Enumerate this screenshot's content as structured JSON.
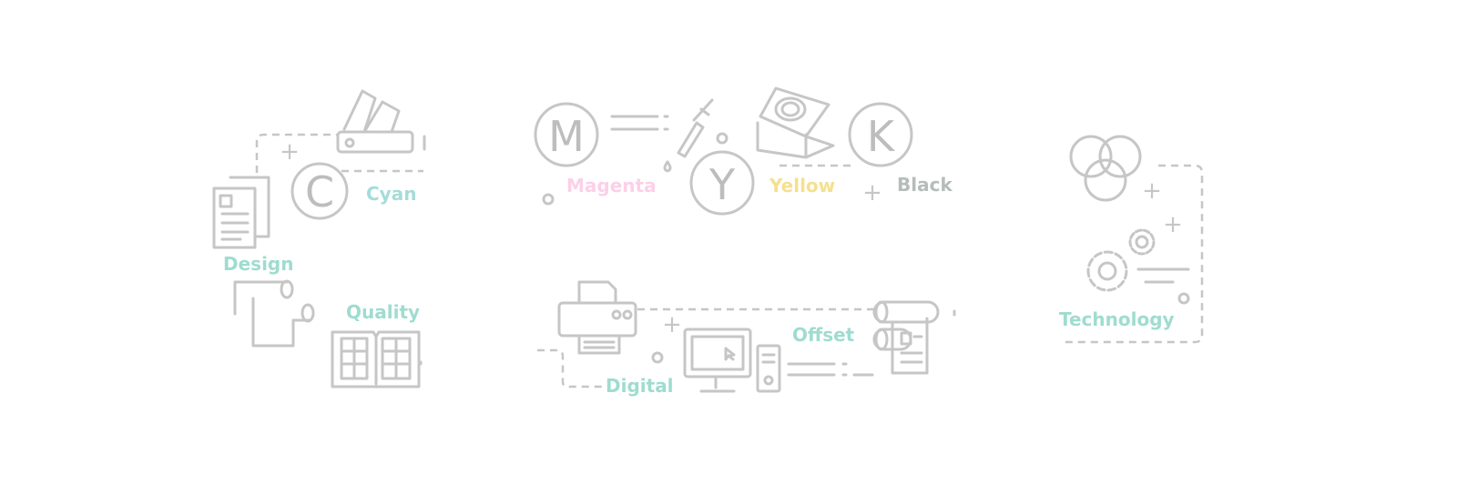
{
  "colors": {
    "line": "#c6c6c6",
    "cyan": "#a5dcd9",
    "magenta": "#fcd0e8",
    "yellow": "#f5e08f",
    "black": "#b5bdbb",
    "teal": "#9fdcd0"
  },
  "letters": {
    "c": "C",
    "m": "M",
    "y": "Y",
    "k": "K"
  },
  "labels": {
    "cyan": "Cyan",
    "design": "Design",
    "quality": "Quality",
    "magenta": "Magenta",
    "yellow": "Yellow",
    "black": "Black",
    "offset": "Offset",
    "digital": "Digital",
    "technology": "Technology"
  },
  "plus": "+"
}
